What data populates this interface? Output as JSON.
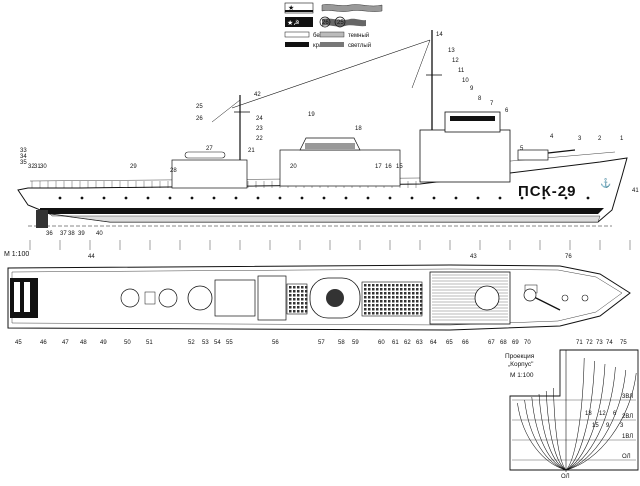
{
  "legend": {
    "circle_1": "26",
    "circle_2": "25",
    "white": "белый",
    "red": "красный",
    "dark_grey": "темный",
    "light_grey": "светлый"
  },
  "profile": {
    "hull_number": "ПСК-29",
    "callouts": [
      "1",
      "2",
      "3",
      "4",
      "5",
      "6",
      "7",
      "8",
      "9",
      "10",
      "11",
      "12",
      "13",
      "14",
      "15",
      "16",
      "17",
      "18",
      "19",
      "20",
      "21",
      "22",
      "23",
      "24",
      "25",
      "26",
      "27",
      "28",
      "29",
      "30",
      "31",
      "32",
      "33",
      "34",
      "35",
      "36",
      "37",
      "38",
      "39",
      "40",
      "41",
      "42"
    ]
  },
  "plan": {
    "scale": "М 1:100",
    "callouts": [
      "43",
      "44",
      "45",
      "46",
      "47",
      "48",
      "49",
      "50",
      "51",
      "52",
      "53",
      "54",
      "55",
      "56",
      "57",
      "58",
      "59",
      "60",
      "61",
      "62",
      "63",
      "64",
      "65",
      "66",
      "67",
      "68",
      "69",
      "70",
      "71",
      "72",
      "73",
      "74",
      "75",
      "76"
    ]
  },
  "body_plan": {
    "title_1": "Проекция",
    "title_2": "„Корпус\"",
    "scale": "М 1:100",
    "baseline_label": "ОЛ",
    "waterline_labels": [
      "3ВЛ",
      "2ВЛ",
      "1ВЛ",
      "ОЛ"
    ],
    "section_labels": [
      "18",
      "15",
      "12",
      "9",
      "6",
      "3"
    ]
  }
}
